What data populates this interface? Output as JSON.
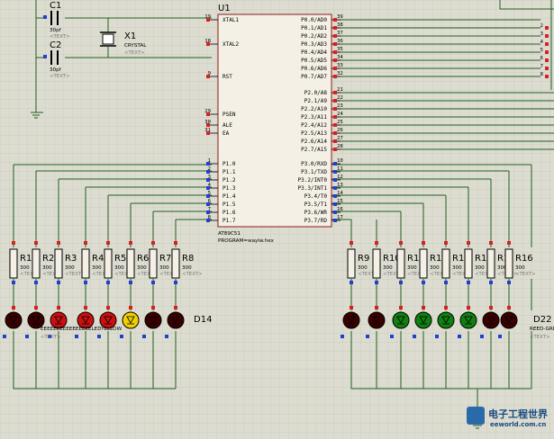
{
  "colors": {
    "background": "#dcdcd0",
    "grid": "#c8c8ba",
    "wire": "#1f5f1f",
    "chip_body": "#f4f0e6",
    "chip_border": "#8b1a1a",
    "pin_red": "#d82020",
    "pin_blue": "#2040d0",
    "led_red": "#cc1010",
    "led_dark": "#3a0000",
    "led_green": "#108010",
    "led_yellow": "#f0d000"
  },
  "capacitors": [
    {
      "ref": "C1",
      "value": "30pf",
      "text": "<TEXT>"
    },
    {
      "ref": "C2",
      "value": "30pf",
      "text": "<TEXT>"
    }
  ],
  "crystal": {
    "ref": "X1",
    "value": "CRYSTAL",
    "text": "<TEXT>"
  },
  "mcu": {
    "ref": "U1",
    "part": "AT89C51",
    "program": "PROGRAM=waylw.hex",
    "left_pins": [
      {
        "num": "19",
        "label": "XTAL1"
      },
      {
        "num": "18",
        "label": "XTAL2"
      },
      {
        "num": "9",
        "label": "RST"
      },
      {
        "num": "29",
        "label": "PSEN"
      },
      {
        "num": "30",
        "label": "ALE"
      },
      {
        "num": "31",
        "label": "EA"
      },
      {
        "num": "1",
        "label": "P1.0"
      },
      {
        "num": "2",
        "label": "P1.1"
      },
      {
        "num": "3",
        "label": "P1.2"
      },
      {
        "num": "4",
        "label": "P1.3"
      },
      {
        "num": "5",
        "label": "P1.4"
      },
      {
        "num": "6",
        "label": "P1.5"
      },
      {
        "num": "7",
        "label": "P1.6"
      },
      {
        "num": "8",
        "label": "P1.7"
      }
    ],
    "right_pins": [
      {
        "num": "39",
        "label": "P0.0/AD0"
      },
      {
        "num": "38",
        "label": "P0.1/AD1"
      },
      {
        "num": "37",
        "label": "P0.2/AD2"
      },
      {
        "num": "36",
        "label": "P0.3/AD3"
      },
      {
        "num": "35",
        "label": "P0.4/AD4"
      },
      {
        "num": "34",
        "label": "P0.5/AD5"
      },
      {
        "num": "33",
        "label": "P0.6/AD6"
      },
      {
        "num": "32",
        "label": "P0.7/AD7"
      },
      {
        "num": "21",
        "label": "P2.0/A8"
      },
      {
        "num": "22",
        "label": "P2.1/A9"
      },
      {
        "num": "23",
        "label": "P2.2/A10"
      },
      {
        "num": "24",
        "label": "P2.3/A11"
      },
      {
        "num": "25",
        "label": "P2.4/A12"
      },
      {
        "num": "26",
        "label": "P2.5/A13"
      },
      {
        "num": "27",
        "label": "P2.6/A14"
      },
      {
        "num": "28",
        "label": "P2.7/A15"
      },
      {
        "num": "10",
        "label": "P3.0/RXD"
      },
      {
        "num": "11",
        "label": "P3.1/TXD"
      },
      {
        "num": "12",
        "label": "P3.2/INT0"
      },
      {
        "num": "13",
        "label": "P3.3/INT1"
      },
      {
        "num": "14",
        "label": "P3.4/T0"
      },
      {
        "num": "15",
        "label": "P3.5/T1"
      },
      {
        "num": "16",
        "label": "P3.6/WR"
      },
      {
        "num": "17",
        "label": "P3.7/RD"
      }
    ]
  },
  "far_right_pins": [
    "2",
    "3",
    "4",
    "5",
    "6",
    "7",
    "8"
  ],
  "resistors_left": [
    {
      "ref": "R1",
      "value": "300"
    },
    {
      "ref": "R2",
      "value": "300"
    },
    {
      "ref": "R3",
      "value": "300"
    },
    {
      "ref": "R4",
      "value": "300"
    },
    {
      "ref": "R5",
      "value": "300"
    },
    {
      "ref": "R6",
      "value": "300"
    },
    {
      "ref": "R7",
      "value": "300"
    },
    {
      "ref": "R8",
      "value": "300"
    }
  ],
  "resistors_right": [
    {
      "ref": "R9",
      "value": "300"
    },
    {
      "ref": "R10",
      "value": "300"
    },
    {
      "ref": "R11",
      "value": "300"
    },
    {
      "ref": "R12",
      "value": "300"
    },
    {
      "ref": "R13",
      "value": "300"
    },
    {
      "ref": "R14",
      "value": "300"
    },
    {
      "ref": "R15",
      "value": "300"
    },
    {
      "ref": "R16",
      "value": "300"
    }
  ],
  "resistor_ref_display": {
    "left": [
      "R1",
      "R2",
      "R3",
      "R4",
      "R5",
      "R6",
      "R7",
      "R8"
    ],
    "right": [
      "R9",
      "R10",
      "R1",
      "R1",
      "R1",
      "R1",
      "R1",
      "R16"
    ]
  },
  "leds_left": [
    "dark",
    "dark",
    "red",
    "red",
    "red",
    "yellow",
    "dark",
    "dark"
  ],
  "leds_right": [
    "dark",
    "dark",
    "green",
    "green",
    "green",
    "green",
    "dark",
    "dark"
  ],
  "led_labels": {
    "left_ref": "D14",
    "right_ref": "D22",
    "left_text": "EEEEEEEEEEEEEEEELEDYELLOW",
    "right_text": "REED-GREEN",
    "text_placeholder": "<TEXT>"
  },
  "watermark": {
    "cn": "电子工程世界",
    "url": "eeworld.com.cn"
  }
}
